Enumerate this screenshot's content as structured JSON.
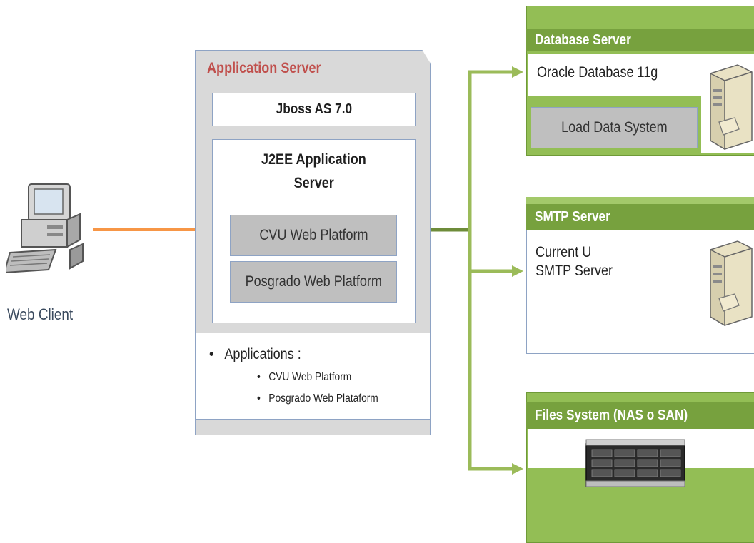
{
  "web_client": {
    "label": "Web Client"
  },
  "application_server": {
    "title": "Application Server",
    "container": "Jboss AS 7.0",
    "j2ee_title_line1": "J2EE Application",
    "j2ee_title_line2": "Server",
    "platforms": [
      "CVU Web Platform",
      "Posgrado Web Platform"
    ],
    "applications_title": "Applications :",
    "applications": [
      "CVU Web Platform",
      "Posgrado Web Plataform"
    ]
  },
  "database_server": {
    "title": "Database Server",
    "db": "Oracle Database 11g",
    "component": "Load Data System"
  },
  "smtp_server": {
    "title": "SMTP Server",
    "line1": "Current U",
    "line2": "SMTP Server"
  },
  "files_system": {
    "title": "Files System (NAS o SAN)"
  },
  "colors": {
    "green_accent": "#77a13e",
    "arrow_orange": "#f79646",
    "arrow_green": "#9bbb59",
    "app_title_red": "#c0504d"
  }
}
